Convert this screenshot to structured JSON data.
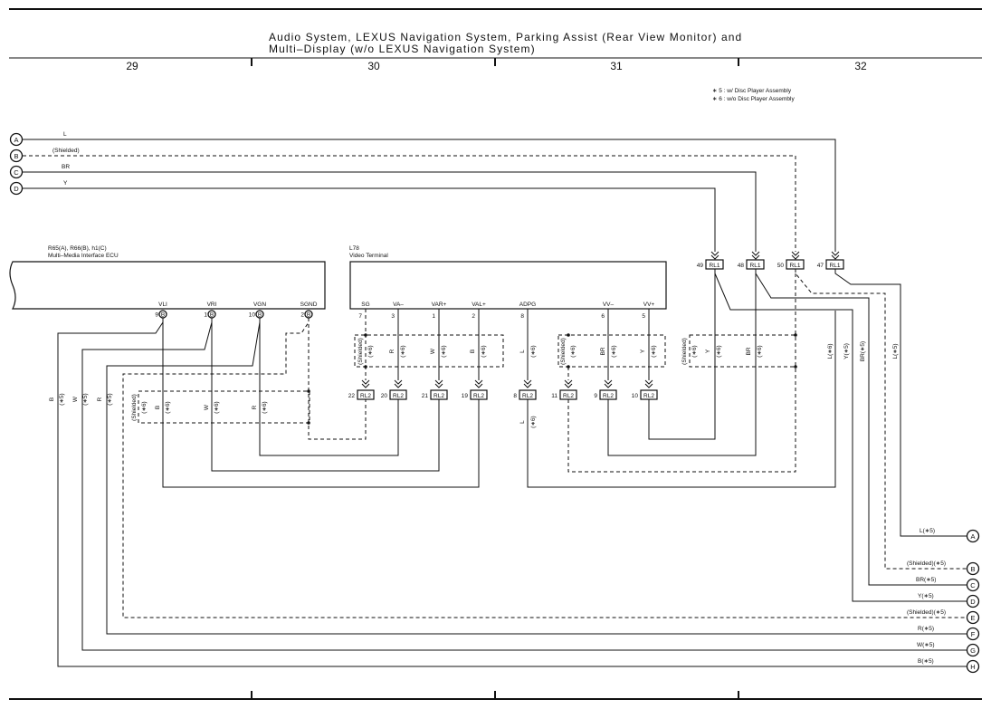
{
  "header": {
    "title_line1": "Audio System,  LEXUS Navigation System,  Parking Assist (Rear View Monitor) and",
    "title_line2": "Multi–Display (w/o LEXUS Navigation System)",
    "columns": [
      "29",
      "30",
      "31",
      "32"
    ]
  },
  "notes": [
    "∗ 5 : w/ Disc Player Assembly",
    "∗ 6 : w/o Disc Player Assembly"
  ],
  "left_connectors": [
    "A",
    "B",
    "C",
    "D"
  ],
  "left_wires": [
    "L",
    "(Shielded)",
    "BR",
    "Y"
  ],
  "ecu": {
    "id": "R65(A), R66(B), h1(C)",
    "name": "Multi–Media Interface ECU",
    "pins": [
      {
        "name": "VLI",
        "num": "9",
        "conn": "B"
      },
      {
        "name": "VRI",
        "num": "1",
        "conn": "B"
      },
      {
        "name": "VGN",
        "num": "10",
        "conn": "B"
      },
      {
        "name": "SGND",
        "num": "2",
        "conn": "B"
      }
    ]
  },
  "video_terminal": {
    "id": "L78",
    "name": "Video Terminal",
    "pins": [
      {
        "name": "SG",
        "num": "7"
      },
      {
        "name": "VA–",
        "num": "3"
      },
      {
        "name": "VAR+",
        "num": "1"
      },
      {
        "name": "VAL+",
        "num": "2"
      },
      {
        "name": "ADPG",
        "num": "8"
      },
      {
        "name": "VV–",
        "num": "6"
      },
      {
        "name": "VV+",
        "num": "5"
      }
    ]
  },
  "rl1": {
    "label": "RL1",
    "pins": [
      "49",
      "48",
      "50",
      "47"
    ]
  },
  "rl2": {
    "label": "RL2",
    "pins": [
      "22",
      "20",
      "21",
      "19",
      "8",
      "11",
      "9",
      "10"
    ]
  },
  "labels": {
    "shielded": "(Shielded)",
    "n6": "(∗6)",
    "n5": "(∗5)",
    "B": "B",
    "W": "W",
    "R": "R",
    "L": "L",
    "BR": "BR",
    "Y": "Y",
    "L6": "L(∗6)",
    "Y5": "Y(∗5)",
    "BR5": "BR(∗5)",
    "L5": "L(∗5)"
  },
  "right_connectors": [
    "A",
    "B",
    "C",
    "D",
    "E",
    "F",
    "G",
    "H"
  ],
  "right_wires": [
    "L(∗5)",
    "(Shielded)(∗5)",
    "BR(∗5)",
    "Y(∗5)",
    "(Shielded)(∗5)",
    "R(∗5)",
    "W(∗5)",
    "B(∗5)"
  ]
}
